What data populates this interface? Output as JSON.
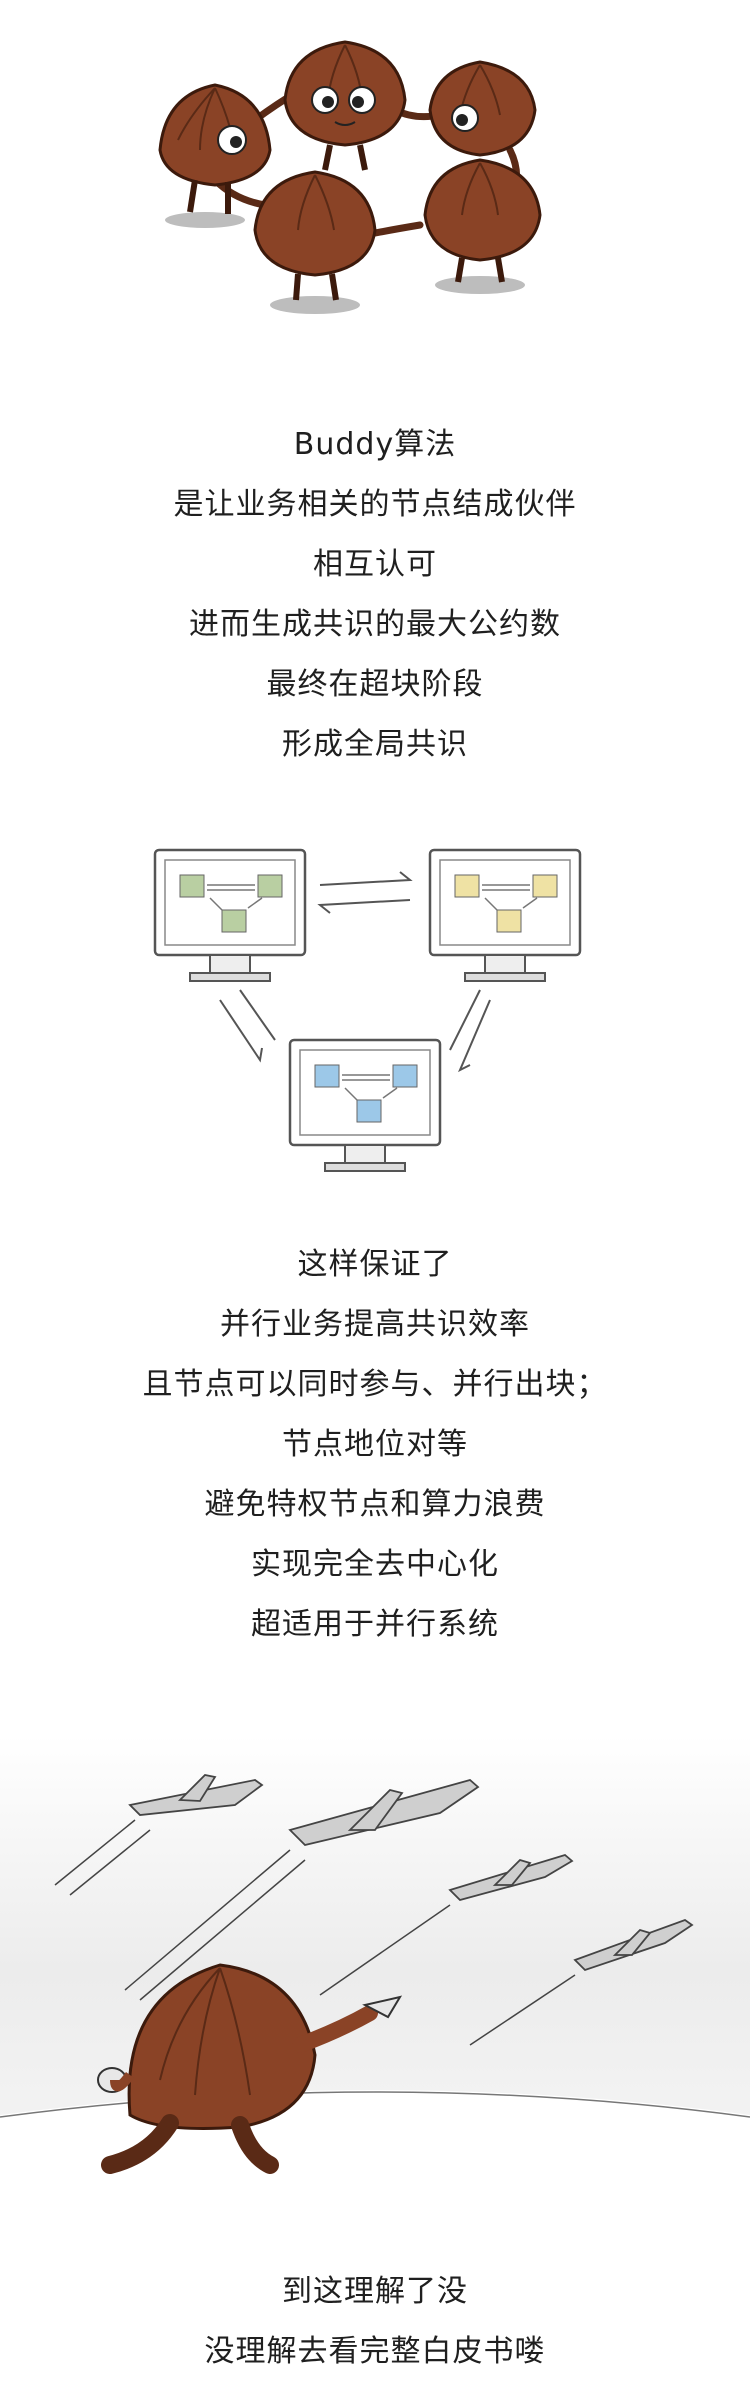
{
  "intro_lines": [
    "Buddy算法",
    "是让业务相关的节点结成伙伴",
    "相互认可",
    "进而生成共识的最大公约数",
    "最终在超块阶段",
    "形成全局共识"
  ],
  "benefit_lines": [
    "这样保证了",
    "并行业务提高共识效率",
    "且节点可以同时参与、并行出块；",
    "节点地位对等",
    "避免特权节点和算力浪费",
    "实现完全去中心化",
    "超适用于并行系统"
  ],
  "closing_lines": [
    "到这理解了没",
    "没理解去看完整白皮书喽"
  ],
  "colors": {
    "chestnut": "#8a4326",
    "chestnut_dark": "#5a2a16",
    "node_green": "#b9cfa2",
    "node_yellow": "#efe2a4",
    "node_blue": "#9cc8e8"
  }
}
